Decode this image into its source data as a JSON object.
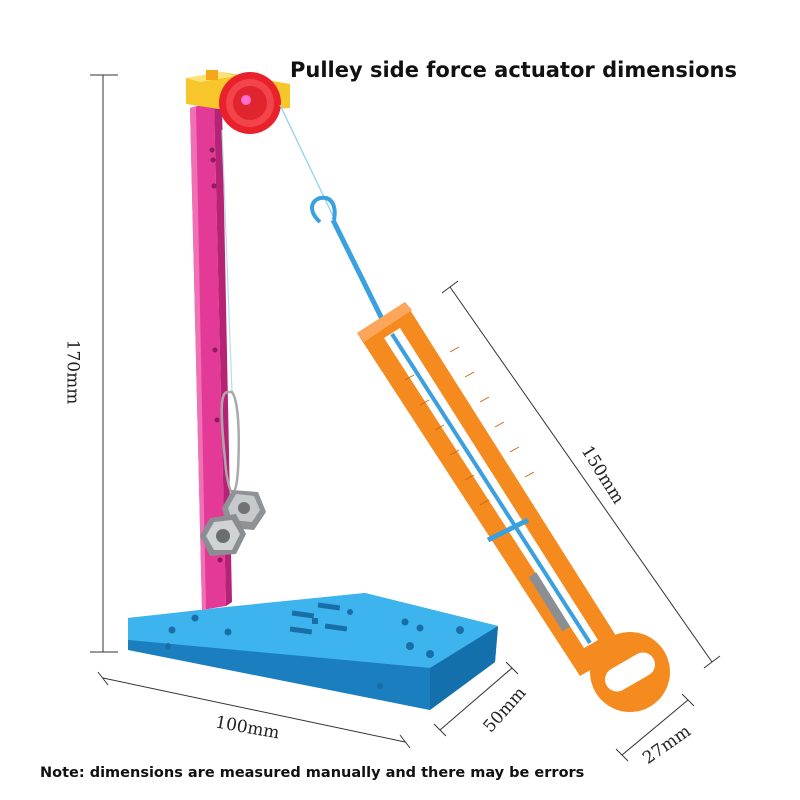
{
  "title": "Pulley side force actuator dimensions",
  "note": "Note: dimensions are measured manually and there may be errors",
  "dimensions": {
    "height": "170mm",
    "base_width": "100mm",
    "base_depth": "50mm",
    "scale_length": "150mm",
    "scale_width": "27mm"
  },
  "colors": {
    "stand": "#e0348f",
    "base": "#2aa6e6",
    "pulley": "#e8212a",
    "bracket": "#f7c62b",
    "scale_body": "#f58a1f",
    "scale_rod": "#3aa0e0"
  }
}
